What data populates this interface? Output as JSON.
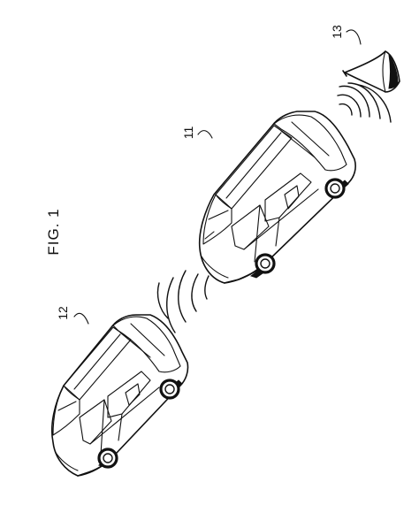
{
  "figure_title": "FIG. 1",
  "labels": {
    "vehicle_front": "11",
    "vehicle_rear": "12",
    "beacon": "13"
  }
}
